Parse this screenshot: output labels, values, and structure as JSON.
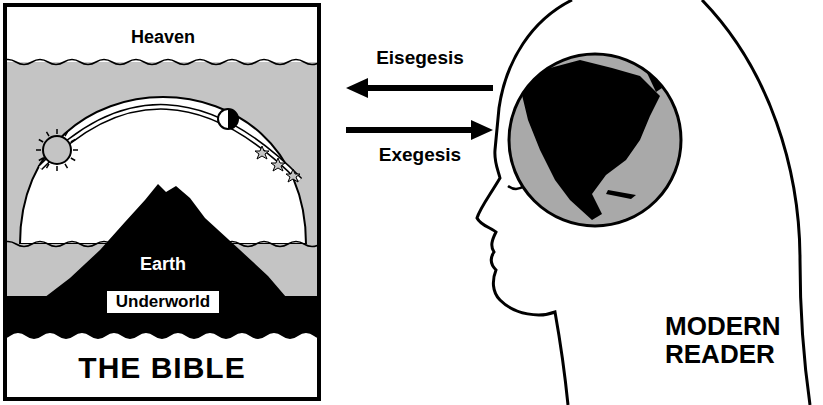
{
  "diagram": {
    "nodes": [
      {
        "text": [
          "THE BIBLE"
        ]
      },
      {
        "text": [
          "Underworld"
        ],
        "in": 0
      },
      {
        "text": [
          "MODERN READER"
        ]
      }
    ],
    "edges": [
      {
        "from": 2,
        "to": 0,
        "label": "Eisegesis",
        "arrow": "to"
      },
      {
        "from": 0,
        "to": 2,
        "label": "Exegesis",
        "arrow": "to"
      }
    ],
    "labels": [
      "Heaven",
      "Earth"
    ]
  }
}
